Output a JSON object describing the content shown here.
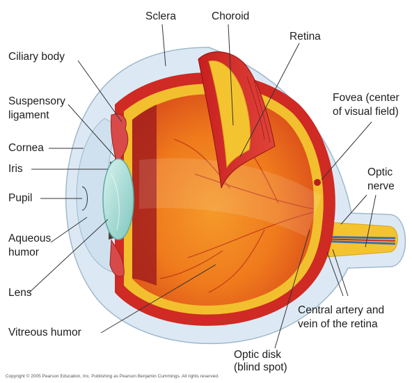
{
  "labels": {
    "sclera": "Sclera",
    "choroid": "Choroid",
    "retina": "Retina",
    "ciliary_body": "Ciliary body",
    "suspensory_line1": "Suspensory",
    "suspensory_line2": "ligament",
    "fovea_line1": "Fovea (center",
    "fovea_line2": "of visual field)",
    "cornea": "Cornea",
    "iris": "Iris",
    "optic_line1": "Optic",
    "optic_line2": "nerve",
    "pupil": "Pupil",
    "aqueous_line1": "Aqueous",
    "aqueous_line2": "humor",
    "lens": "Lens",
    "central_line1": "Central artery and",
    "central_line2": "vein of the retina",
    "vitreous": "Vitreous humor",
    "optic_disk_line1": "Optic disk",
    "optic_disk_line2": "(blind spot)"
  },
  "copyright": "Copyright © 2005 Pearson Education, Inc. Publishing as Pearson Benjamin Cummings. All rights reserved.",
  "colors": {
    "sclera": "#dce9f4",
    "choroid": "#d8322a",
    "retina": "#f4c430",
    "vitreous": "#f07a1e",
    "lens": "#a8dcd6"
  }
}
